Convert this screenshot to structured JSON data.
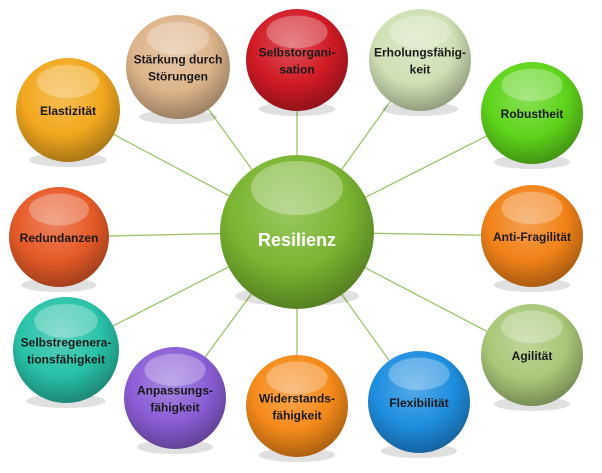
{
  "center": {
    "label": "Resilienz",
    "color": "#7ab530"
  },
  "nodes": [
    {
      "lines": [
        "Stärkung durch",
        "Störungen"
      ],
      "color": "#ddb48a"
    },
    {
      "lines": [
        "Selbstorgani-",
        "sation"
      ],
      "color": "#d11a24"
    },
    {
      "lines": [
        "Erholungsfähig-",
        "keit"
      ],
      "color": "#cfe0b4"
    },
    {
      "lines": [
        "Elastizität"
      ],
      "color": "#f2a81e"
    },
    {
      "lines": [
        "Robustheit"
      ],
      "color": "#5ed41a"
    },
    {
      "lines": [
        "Redundanzen"
      ],
      "color": "#e65a28"
    },
    {
      "lines": [
        "Anti-Fragilität"
      ],
      "color": "#f28218"
    },
    {
      "lines": [
        "Selbstregenera-",
        "tionsfähigkeit"
      ],
      "color": "#28c2a8"
    },
    {
      "lines": [
        "Agilität"
      ],
      "color": "#a9c878"
    },
    {
      "lines": [
        "Anpassungs-",
        "fähigkeit"
      ],
      "color": "#8a5ed6"
    },
    {
      "lines": [
        "Widerstands-",
        "fähigkeit"
      ],
      "color": "#f58a1a"
    },
    {
      "lines": [
        "Flexibilität"
      ],
      "color": "#1e8ee0"
    }
  ],
  "connector_color": "#9dc46a"
}
